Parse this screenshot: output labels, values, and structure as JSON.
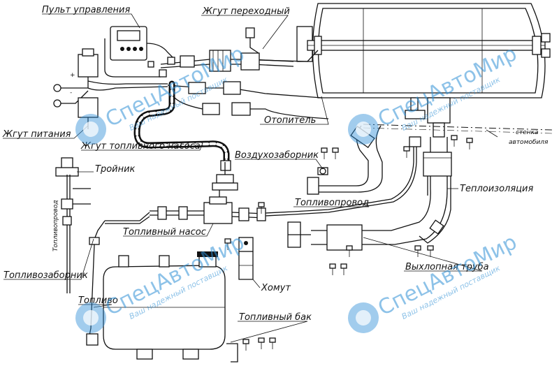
{
  "labels": {
    "control_panel": "Пульт управления",
    "adapter_harness": "Жгут переходный",
    "heater": "Отопитель",
    "power_harness": "Жгут питания",
    "pump_harness": "Жгут топливного насоса",
    "tee": "Тройник",
    "air_intake": "Воздухозаборник",
    "vehicle_wall_1": "стенка",
    "vehicle_wall_2": "автомобиля",
    "insulation": "Теплоизоляция",
    "fuel_line": "Топливопровод",
    "fuel_pump": "Топливный насос",
    "fuel_pipe_vertical": "Топливопровод",
    "fuel_intake": "Топливозаборник",
    "clamp": "Хомут",
    "exhaust": "Выхлопная труба",
    "fuel": "Топливо",
    "fuel_tank": "Топливный бак"
  },
  "watermark": {
    "brand": "СпецАвтоМир",
    "tagline": "Ваш надежный поставщик",
    "color": "#2f8fd6"
  }
}
